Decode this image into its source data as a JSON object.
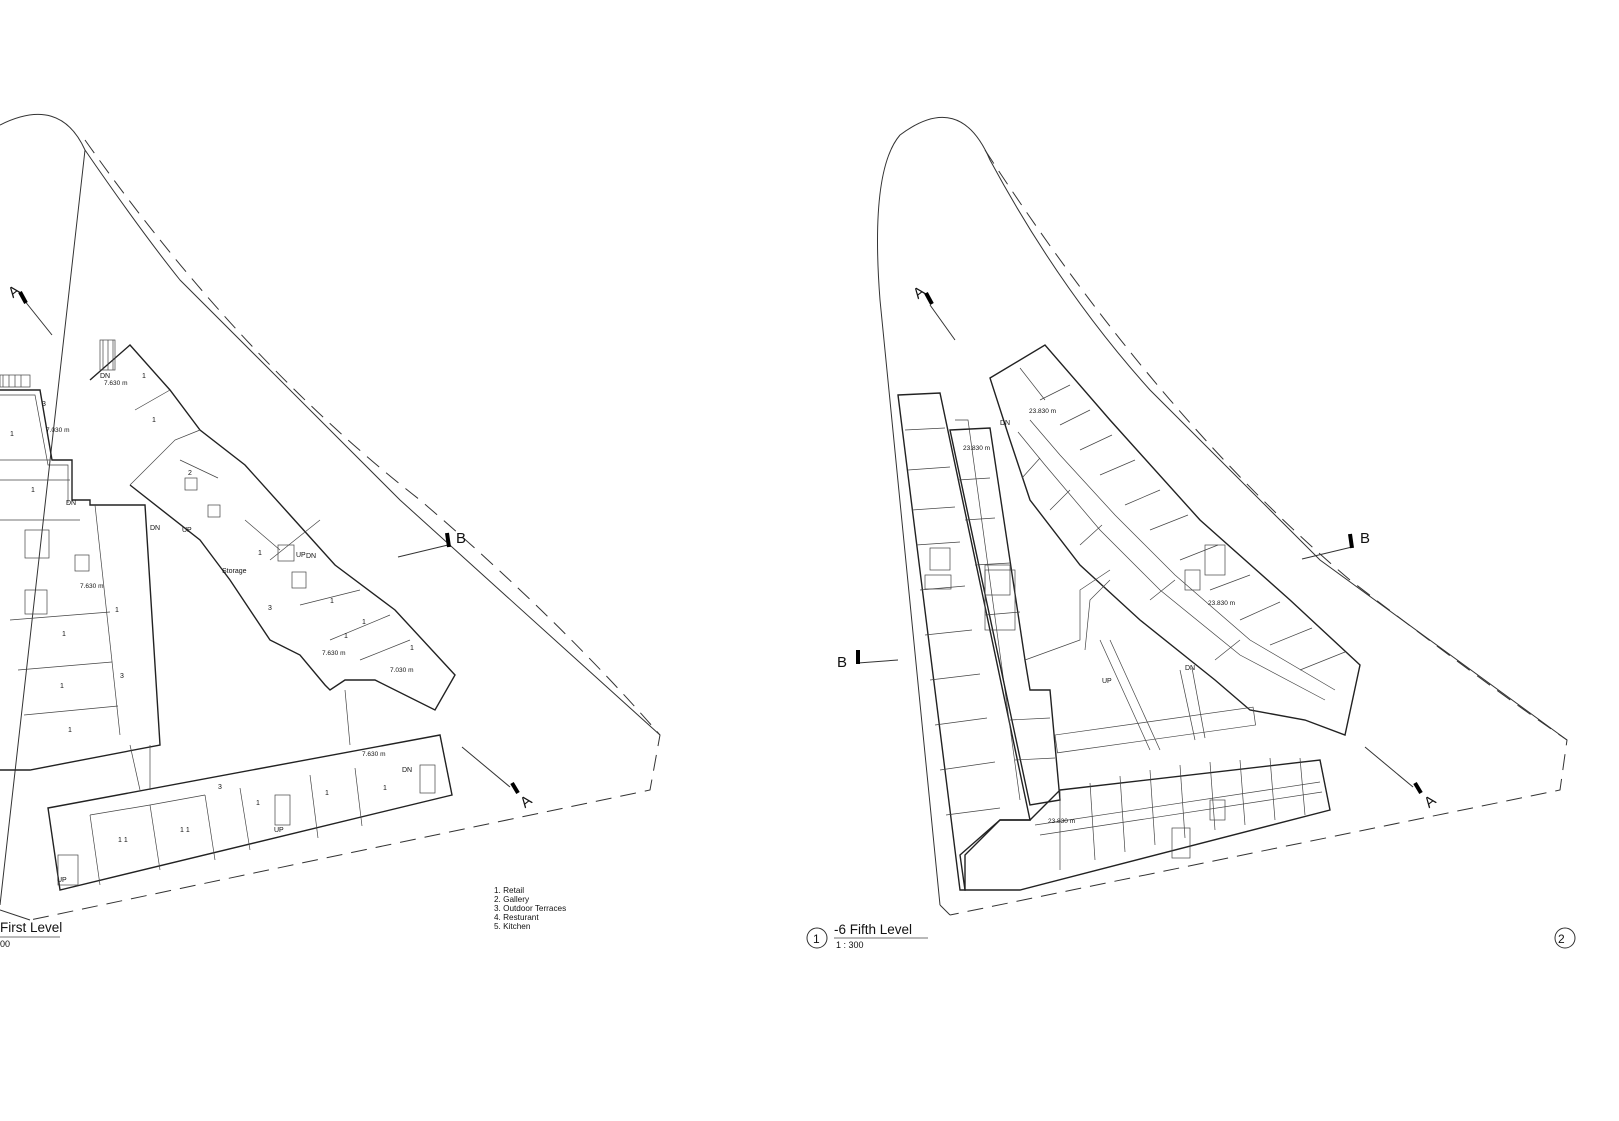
{
  "drawings": [
    {
      "title": "First Level",
      "scale": "00",
      "elevations": [
        "7.630 m",
        "7.030 m",
        "7.630 m",
        "7.630 m",
        "7.030 m",
        "7.630 m"
      ],
      "room_labels": [
        "1",
        "3",
        "1",
        "1",
        "1",
        "2",
        "1",
        "1",
        "1",
        "1",
        "1",
        "3",
        "1",
        "1",
        "1",
        "1",
        "1 1",
        "1 1",
        "3",
        "1",
        "1",
        "1"
      ],
      "annotations": {
        "dn": "DN",
        "up": "UP",
        "storage": "Storage"
      },
      "section_marks": [
        "A",
        "B",
        "A"
      ]
    },
    {
      "number": "1",
      "title": "-6 Fifth Level",
      "scale": "1 : 300",
      "elevations": [
        "23.830 m",
        "23.830 m",
        "23.830 m",
        "23.830 m"
      ],
      "annotations": {
        "dn": "DN",
        "up": "UP"
      },
      "section_marks": [
        "A",
        "B",
        "B",
        "A"
      ]
    }
  ],
  "legend": {
    "items": [
      "1. Retail",
      "2. Gallery",
      "3. Outdoor Terraces",
      "4. Resturant",
      "5. Kitchen"
    ]
  },
  "next_sheet_number": "2"
}
